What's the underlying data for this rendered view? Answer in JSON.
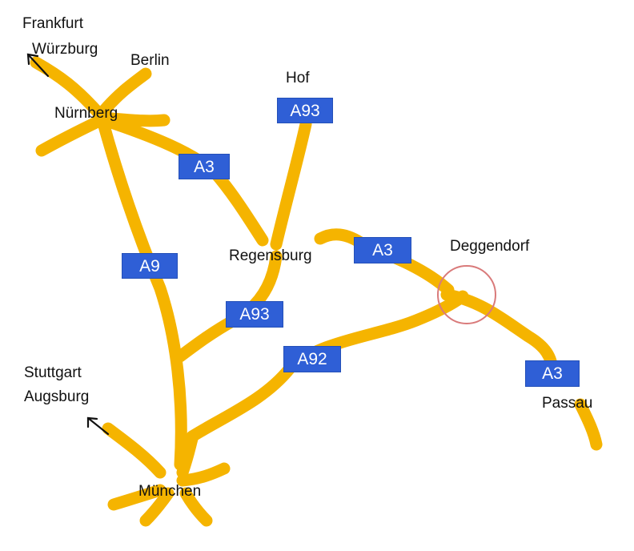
{
  "map": {
    "colors": {
      "road": "#f5b400",
      "shield_bg": "#2f5fd6",
      "shield_text": "#ffffff",
      "label": "#111111",
      "highlight_circle": "#d97a7a",
      "arrow": "#111111"
    },
    "cities": {
      "frankfurt": "Frankfurt",
      "wurzburg": "Würzburg",
      "berlin": "Berlin",
      "nurnberg": "Nürnberg",
      "hof": "Hof",
      "regensburg": "Regensburg",
      "deggendorf": "Deggendorf",
      "passau": "Passau",
      "stuttgart": "Stuttgart",
      "augsburg": "Augsburg",
      "munchen": "München"
    },
    "routes": {
      "a3_north": "A3",
      "a93_north": "A93",
      "a3_east": "A3",
      "a9": "A9",
      "a93_south": "A93",
      "a92": "A92",
      "a3_passau": "A3"
    },
    "icons": {
      "northwest_arrow": "arrow-northwest",
      "southwest_arrow": "arrow-northwest",
      "deggendorf_marker": "highlight-circle"
    }
  }
}
